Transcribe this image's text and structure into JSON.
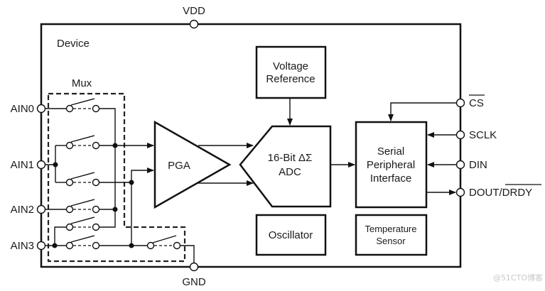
{
  "device": {
    "label": "Device",
    "supply_pin": "VDD",
    "ground_pin": "GND"
  },
  "mux": {
    "label": "Mux",
    "analog_inputs": [
      "AIN0",
      "AIN1",
      "AIN2",
      "AIN3"
    ]
  },
  "blocks": {
    "pga": "PGA",
    "adc_line1": "16-Bit ΔΣ",
    "adc_line2": "ADC",
    "vref_line1": "Voltage",
    "vref_line2": "Reference",
    "spi_line1": "Serial",
    "spi_line2": "Peripheral",
    "spi_line3": "Interface",
    "oscillator": "Oscillator",
    "temp_line1": "Temperature",
    "temp_line2": "Sensor"
  },
  "digital_pins": {
    "cs": "CS",
    "sclk": "SCLK",
    "din": "DIN",
    "dout": "DOUT/",
    "drdy": "DRDY"
  },
  "watermark": "@51CTO博客"
}
